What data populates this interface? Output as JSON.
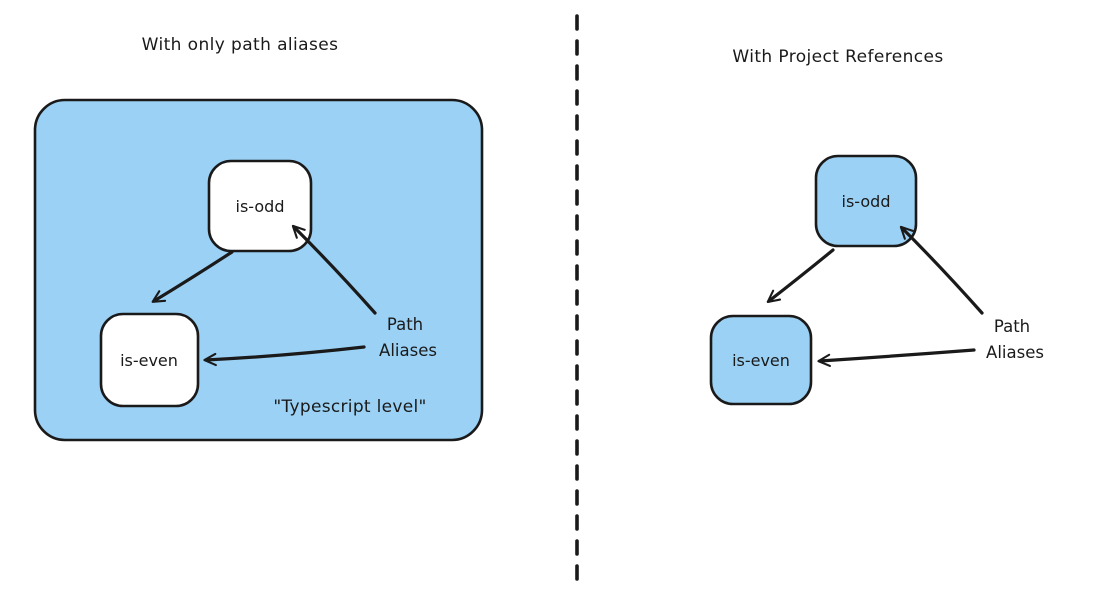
{
  "diagram": {
    "left": {
      "title": "With only path aliases",
      "container_label": "\"Typescript level\"",
      "nodes": {
        "is_odd": "is-odd",
        "is_even": "is-even"
      },
      "annotation": {
        "line1": "Path",
        "line2": "Aliases"
      }
    },
    "right": {
      "title": "With Project References",
      "nodes": {
        "is_odd": "is-odd",
        "is_even": "is-even"
      },
      "annotation": {
        "line1": "Path",
        "line2": "Aliases"
      }
    },
    "colors": {
      "node_fill_blue": "#9bd1f5",
      "node_fill_white": "#ffffff",
      "stroke": "#1a1a1a",
      "background": "#ffffff"
    }
  }
}
